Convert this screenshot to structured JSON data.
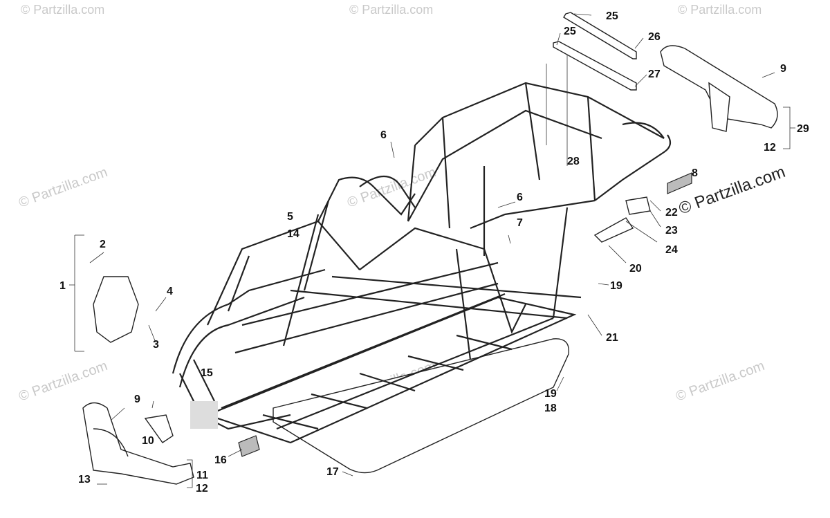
{
  "watermarks": [
    "© Partzilla.com",
    "© Partzilla.com",
    "© Partzilla.com",
    "© Partzilla.com",
    "© Partzilla.com",
    "© Partzilla.com",
    "© Partzilla.com",
    "© Partzilla.com",
    "© Partzilla.com"
  ],
  "brand_watermark": "© Partzilla.com",
  "callouts": {
    "c1": "1",
    "c2": "2",
    "c3": "3",
    "c4": "4",
    "c5": "5",
    "c6a": "6",
    "c6b": "6",
    "c7": "7",
    "c8": "8",
    "c9a": "9",
    "c9b": "9",
    "c10": "10",
    "c11": "11",
    "c12a": "12",
    "c12b": "12",
    "c13": "13",
    "c14": "14",
    "c15": "15",
    "c16": "16",
    "c17": "17",
    "c18": "18",
    "c19a": "19",
    "c19b": "19",
    "c20": "20",
    "c21": "21",
    "c22": "22",
    "c23": "23",
    "c24": "24",
    "c25a": "25",
    "c25b": "25",
    "c26": "26",
    "c27": "27",
    "c28": "28",
    "c29": "29"
  }
}
